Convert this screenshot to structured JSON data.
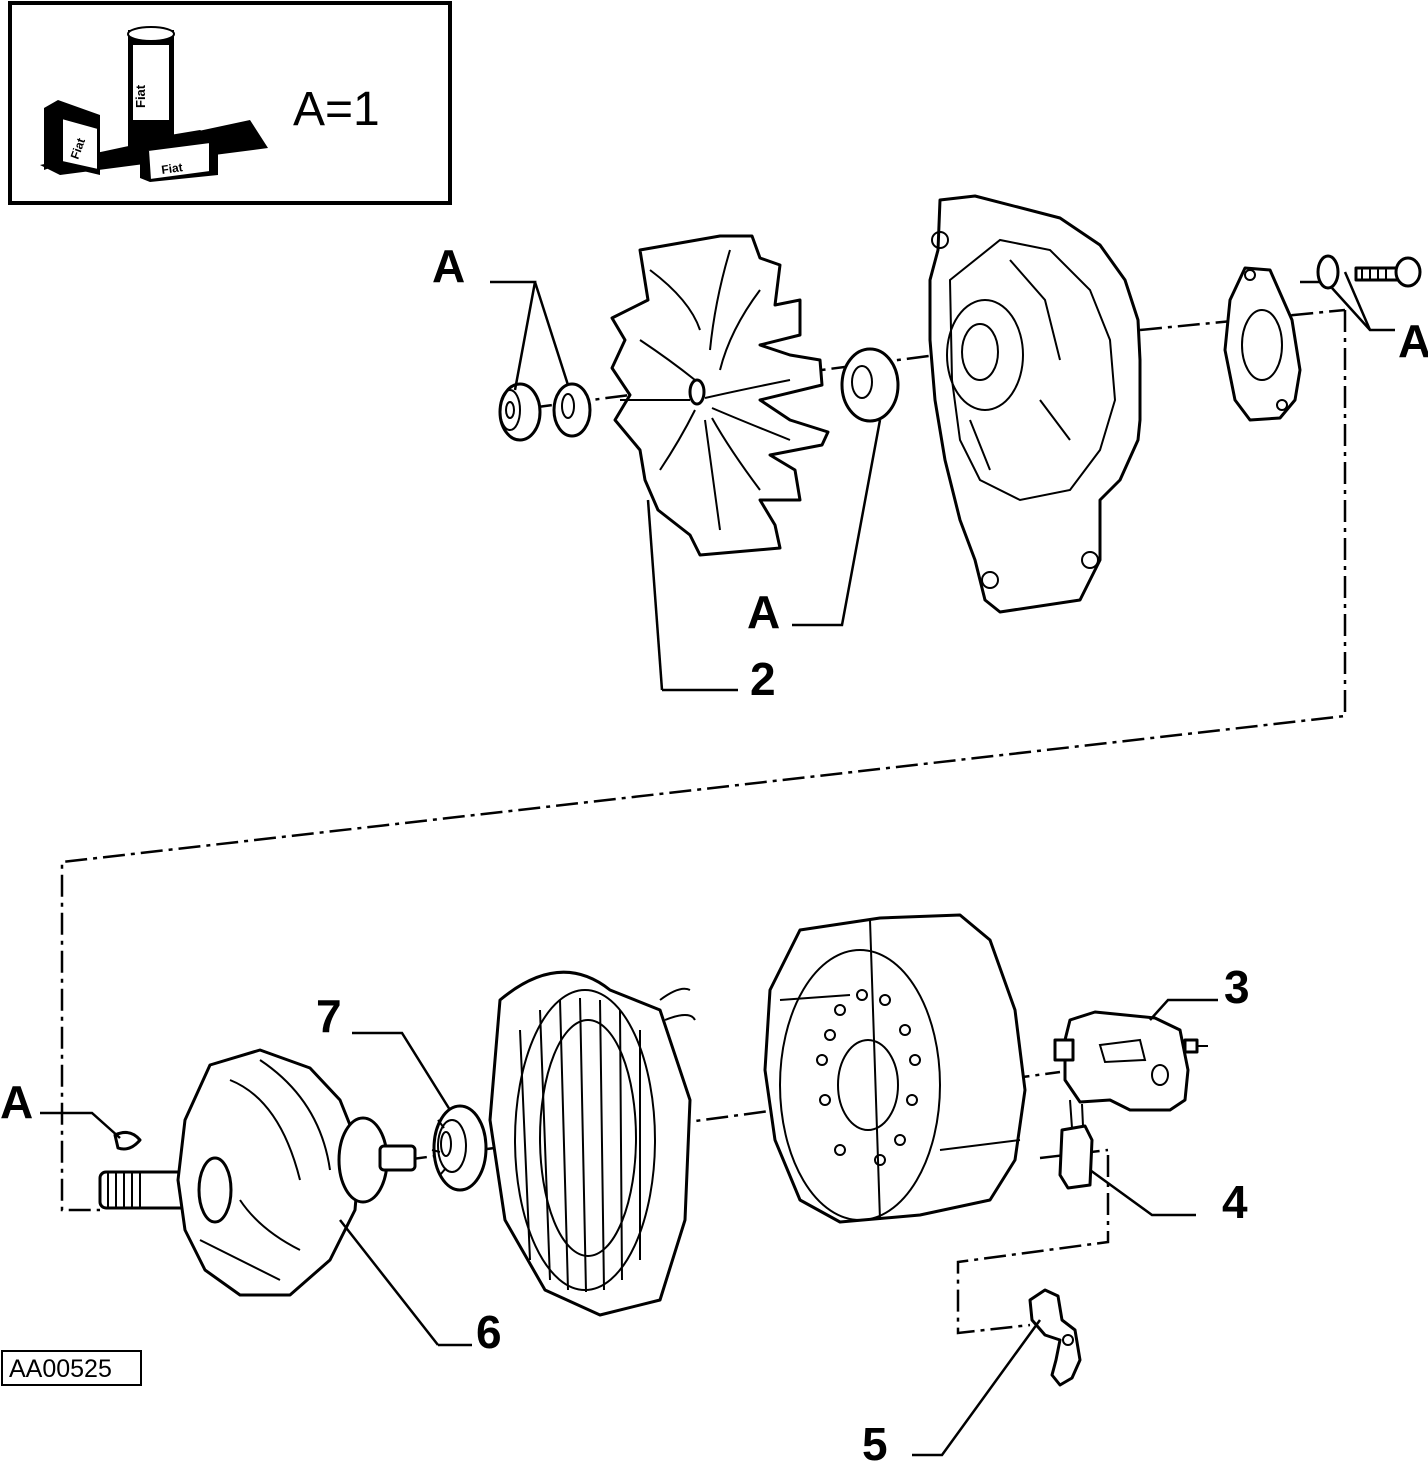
{
  "legend": {
    "equation": "A=1",
    "can_text": "Fiat",
    "box_text": "Fiat"
  },
  "callouts": {
    "a": "A",
    "n2": "2",
    "n3": "3",
    "n4": "4",
    "n5": "5",
    "n6": "6",
    "n7": "7"
  },
  "figure_code": "AA00525"
}
